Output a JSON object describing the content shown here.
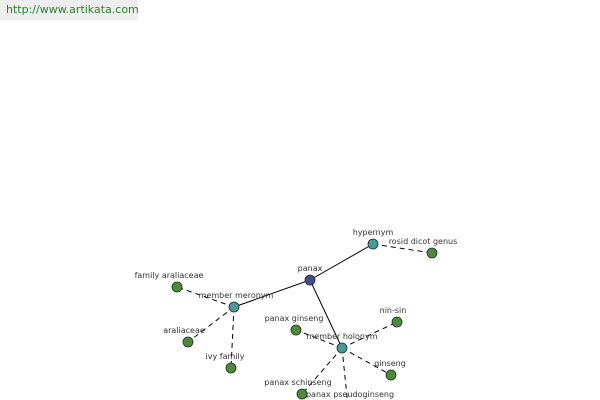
{
  "site_link": {
    "text": "http://www.artikata.com",
    "color": "#2e7d32"
  },
  "colors": {
    "root_node": "#3d4d8a",
    "relation_node": "#4a9a9a",
    "leaf_node": "#4f8a3c",
    "edge": "#000000"
  },
  "graph": {
    "nodes": [
      {
        "id": "panax",
        "label": "panax",
        "kind": "root"
      },
      {
        "id": "hypernym",
        "label": "hypernym",
        "kind": "relation"
      },
      {
        "id": "member_meronym",
        "label": "member meronym",
        "kind": "relation"
      },
      {
        "id": "member_holonym",
        "label": "member holonym",
        "kind": "relation"
      },
      {
        "id": "rosid_dicot_genus",
        "label": "rosid dicot genus",
        "kind": "leaf"
      },
      {
        "id": "family_araliaceae",
        "label": "family araliaceae",
        "kind": "leaf"
      },
      {
        "id": "araliaceae",
        "label": "araliaceae",
        "kind": "leaf"
      },
      {
        "id": "ivy_family",
        "label": "ivy family",
        "kind": "leaf"
      },
      {
        "id": "nin_sin",
        "label": "nin-sin",
        "kind": "leaf"
      },
      {
        "id": "panax_ginseng",
        "label": "panax ginseng",
        "kind": "leaf"
      },
      {
        "id": "ginseng",
        "label": "ginseng",
        "kind": "leaf"
      },
      {
        "id": "panax_schinseng",
        "label": "panax schinseng",
        "kind": "leaf"
      },
      {
        "id": "panax_pseudoginseng",
        "label": "panax pseudoginseng",
        "kind": "leaf"
      }
    ],
    "edges": [
      {
        "from": "panax",
        "to": "hypernym",
        "style": "solid"
      },
      {
        "from": "panax",
        "to": "member_meronym",
        "style": "solid"
      },
      {
        "from": "panax",
        "to": "member_holonym",
        "style": "solid"
      },
      {
        "from": "hypernym",
        "to": "rosid_dicot_genus",
        "style": "dashed"
      },
      {
        "from": "member_meronym",
        "to": "family_araliaceae",
        "style": "dashed"
      },
      {
        "from": "member_meronym",
        "to": "araliaceae",
        "style": "dashed"
      },
      {
        "from": "member_meronym",
        "to": "ivy_family",
        "style": "dashed"
      },
      {
        "from": "member_holonym",
        "to": "nin_sin",
        "style": "dashed"
      },
      {
        "from": "member_holonym",
        "to": "panax_ginseng",
        "style": "dashed"
      },
      {
        "from": "member_holonym",
        "to": "ginseng",
        "style": "dashed"
      },
      {
        "from": "member_holonym",
        "to": "panax_schinseng",
        "style": "dashed"
      },
      {
        "from": "member_holonym",
        "to": "panax_pseudoginseng",
        "style": "dashed"
      }
    ]
  }
}
